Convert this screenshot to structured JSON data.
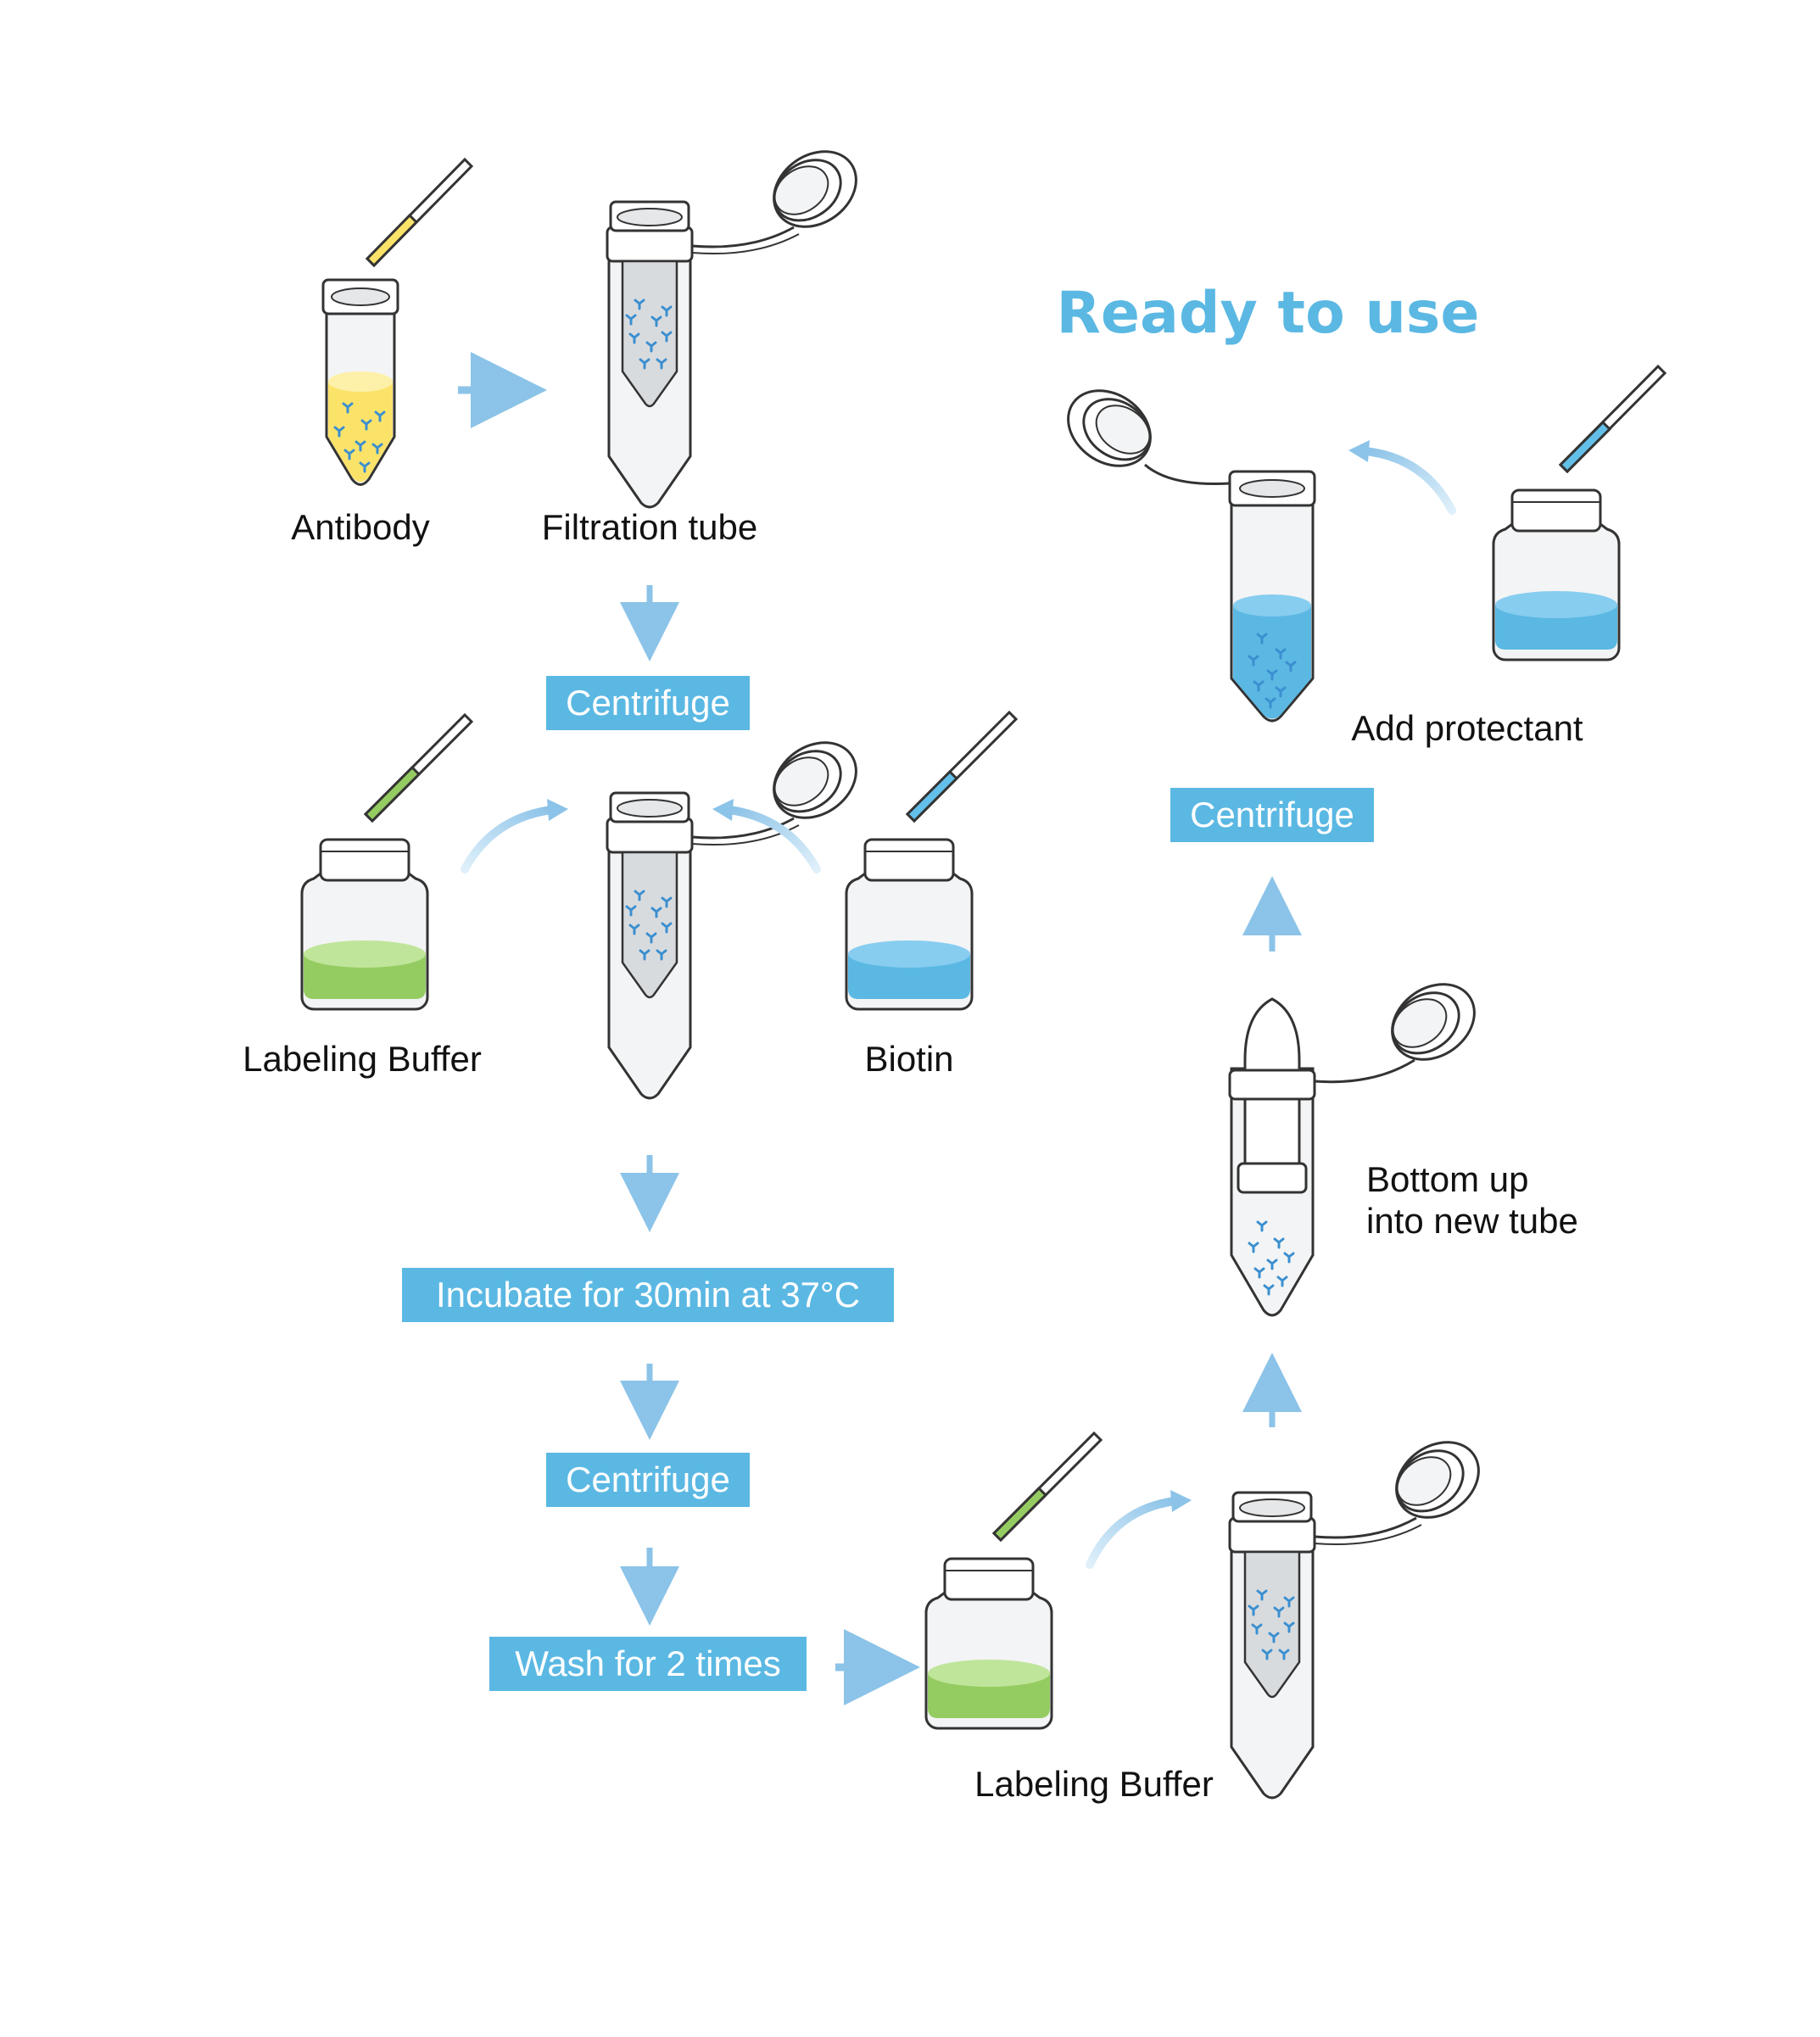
{
  "title": "Ready to use",
  "labels": {
    "antibody": "Antibody",
    "filtration_tube": "Filtration tube",
    "labeling_buffer_1": "Labeling Buffer",
    "biotin": "Biotin",
    "labeling_buffer_2": "Labeling Buffer",
    "bottom_up_line1": "Bottom up",
    "bottom_up_line2": "into new tube",
    "add_protectant": "Add protectant"
  },
  "steps": {
    "centrifuge_1": "Centrifuge",
    "incubate": "Incubate for 30min at 37°C",
    "centrifuge_2": "Centrifuge",
    "wash": "Wash for 2 times",
    "centrifuge_3": "Centrifuge"
  },
  "colors": {
    "accent": "#5bb8e3",
    "arrow": "#8cc3e8",
    "yellow": "#fbe36a",
    "green": "#95cc62",
    "blue": "#63bfe9",
    "antibody_mark": "#3b8fd0"
  }
}
